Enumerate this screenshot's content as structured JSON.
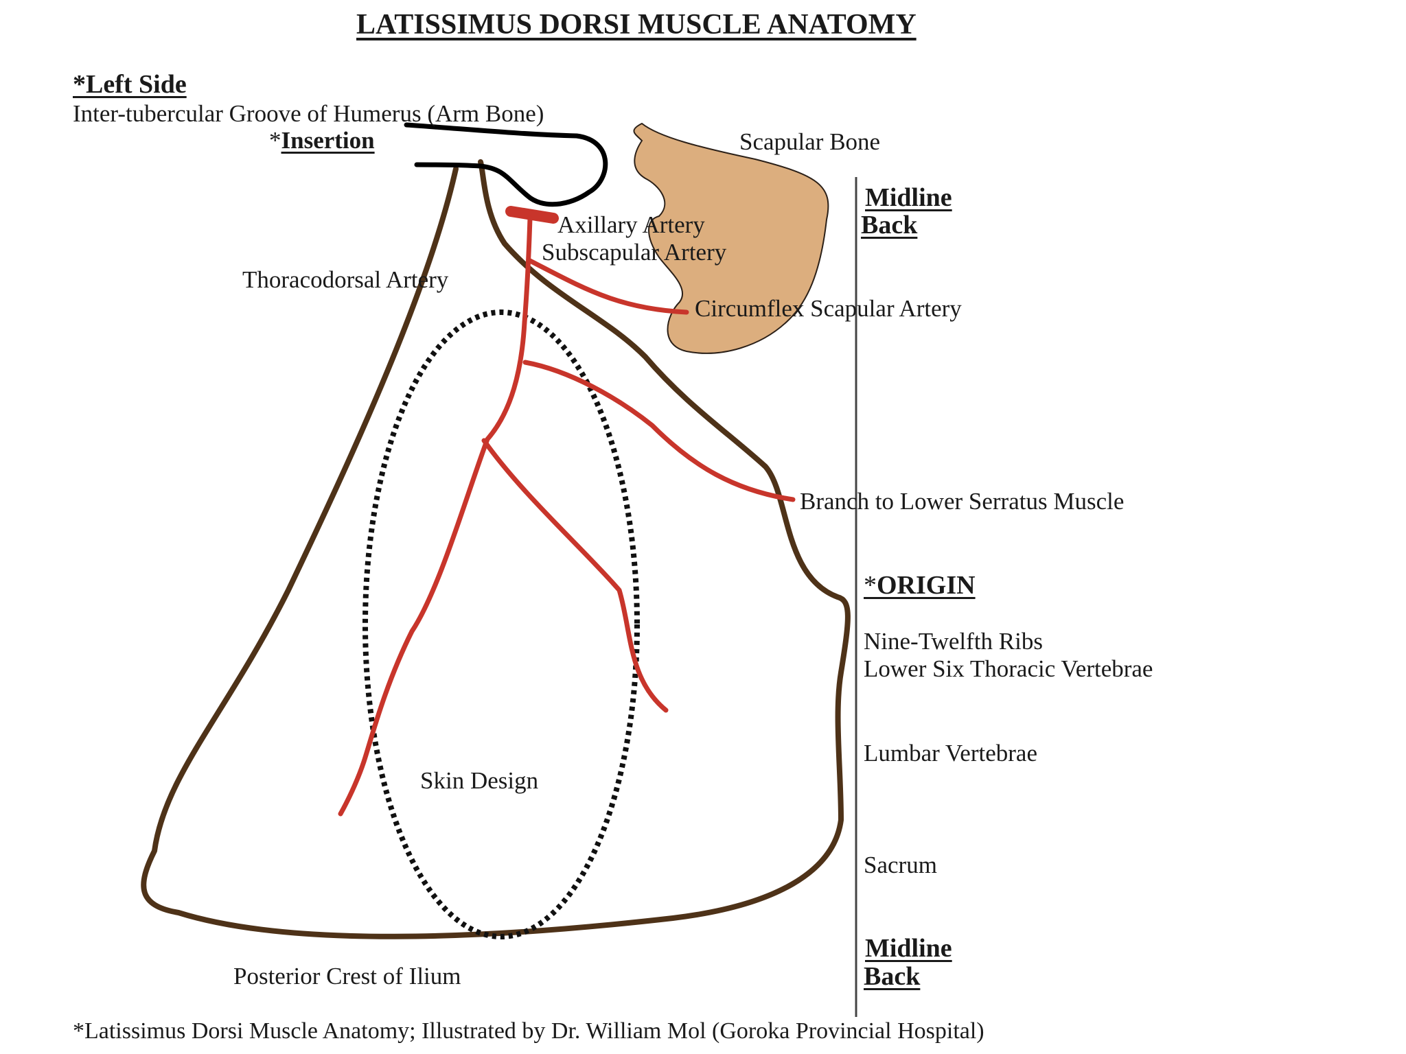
{
  "title": "LATISSIMUS DORSI MUSCLE ANATOMY",
  "labels": {
    "left_side": "*Left Side",
    "insertion_bone": "Inter-tubercular Groove of Humerus (Arm Bone)",
    "insertion_prefix": "*",
    "insertion": "Insertion",
    "scapular_bone": "Scapular Bone",
    "midline_top_1": "Midline",
    "midline_top_2": "Back",
    "axillary_artery": "Axillary Artery",
    "subscapular_artery": "Subscapular Artery",
    "thoracodorsal_artery": "Thoracodorsal Artery",
    "circumflex_scapular_artery": "Circumflex Scapular Artery",
    "serratus_branch": "Branch to Lower Serratus Muscle",
    "origin_prefix": "*",
    "origin": "ORIGIN",
    "ribs": "Nine-Twelfth Ribs",
    "thoracic": "Lower Six Thoracic Vertebrae",
    "lumbar": "Lumbar Vertebrae",
    "skin_design": "Skin Design",
    "sacrum": "Sacrum",
    "midline_bottom_1": "Midline",
    "midline_bottom_2": "Back",
    "ilium": "Posterior Crest of Ilium",
    "credit": "*Latissimus Dorsi Muscle Anatomy; Illustrated by Dr. William Mol (Goroka Provincial Hospital)"
  },
  "colors": {
    "muscle_outline": "#4e3218",
    "artery": "#c8352b",
    "scapula_fill": "#dcae7e",
    "scapula_stroke": "#2b2018",
    "humerus": "#000000",
    "midline": "#444444",
    "skin_design": "#111111",
    "text": "#1a1a1a"
  }
}
